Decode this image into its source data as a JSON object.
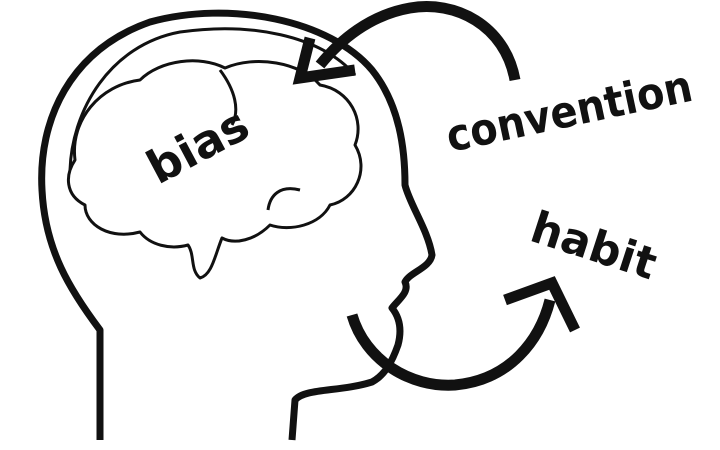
{
  "labels": {
    "bias": "bias",
    "convention": "convention",
    "habit": "habit"
  },
  "colors": {
    "stroke": "#111111",
    "background": "#ffffff"
  }
}
